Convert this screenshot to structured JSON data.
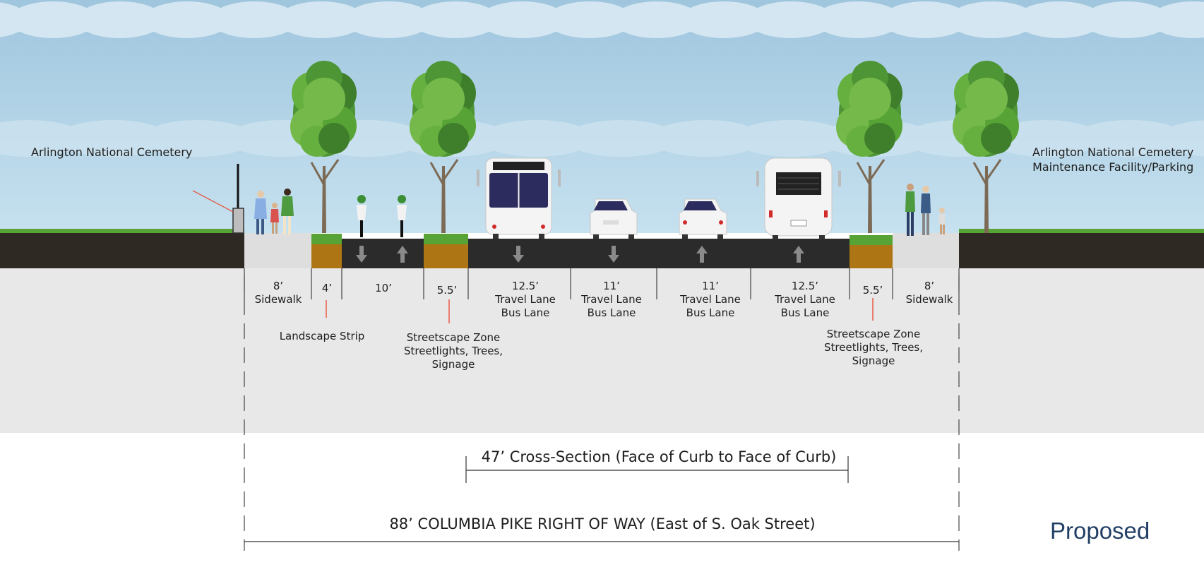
{
  "places": {
    "left": "Arlington National Cemetery",
    "right_line1": "Arlington National Cemetery",
    "right_line2": "Maintenance Facility/Parking"
  },
  "segments": [
    {
      "id": "sidewalk-left",
      "width": "8’",
      "name": "Sidewalk",
      "detail": ""
    },
    {
      "id": "landscape-strip",
      "width": "4’",
      "name": "",
      "detail": ""
    },
    {
      "id": "bike-lane",
      "width": "10’",
      "name": "",
      "detail": ""
    },
    {
      "id": "streetscape-left",
      "width": "5.5’",
      "name": "",
      "detail": ""
    },
    {
      "id": "lane-1",
      "width": "12.5’",
      "name": "Travel Lane",
      "detail": "Bus Lane"
    },
    {
      "id": "lane-2",
      "width": "11’",
      "name": "Travel Lane",
      "detail": "Bus Lane"
    },
    {
      "id": "lane-3",
      "width": "11’",
      "name": "Travel Lane",
      "detail": "Bus Lane"
    },
    {
      "id": "lane-4",
      "width": "12.5’",
      "name": "Travel Lane",
      "detail": "Bus Lane"
    },
    {
      "id": "streetscape-right",
      "width": "5.5’",
      "name": "",
      "detail": ""
    },
    {
      "id": "sidewalk-right",
      "width": "8’",
      "name": "Sidewalk",
      "detail": ""
    }
  ],
  "callouts": {
    "landscape": "Landscape Strip",
    "streetscape_left": [
      "Streetscape Zone",
      "Streetlights, Trees,",
      "Signage"
    ],
    "streetscape_right": [
      "Streetscape Zone",
      "Streetlights, Trees,",
      "Signage"
    ]
  },
  "dimensions": {
    "cross_section": "47’ Cross-Section (Face of Curb to Face of Curb)",
    "right_of_way": "88’ COLUMBIA PIKE RIGHT OF WAY (East of S. Oak Street)"
  },
  "status": "Proposed",
  "colors": {
    "sky": "#b7d6e8",
    "asphalt": "#2b2b2b",
    "sidewalk": "#dedede",
    "soil": "#2f2924",
    "planter": "#ad7514",
    "grass": "#58a336",
    "underground": "#e8e8e8",
    "tree_green": "#5aa13b",
    "proposed_text": "#213f64"
  },
  "lane_arrows": [
    "down",
    "up",
    "down",
    "down",
    "up",
    "up"
  ]
}
